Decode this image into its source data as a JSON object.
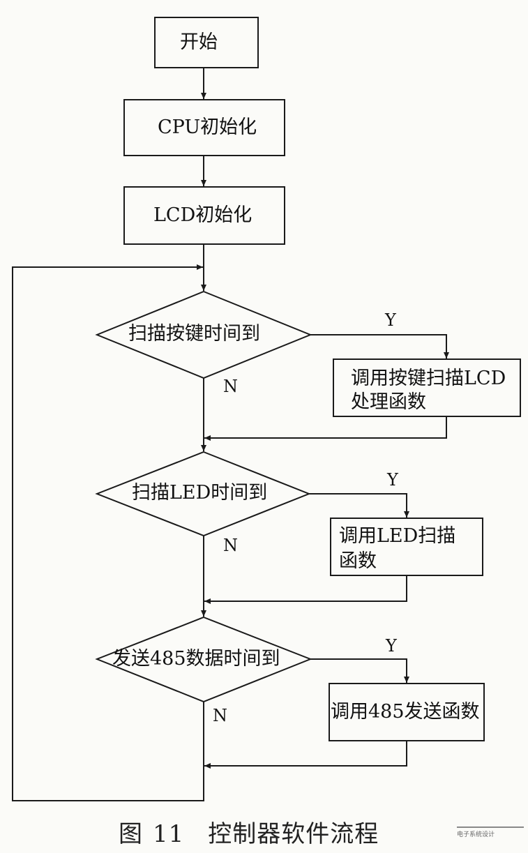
{
  "nodes": {
    "start": "开始",
    "cpu_init": "CPU初始化",
    "lcd_init": "LCD初始化",
    "decision_key": "扫描按键时间到",
    "process_key_line1": "调用按键扫描LCD",
    "process_key_line2": "处理函数",
    "decision_led": "扫描LED时间到",
    "process_led_line1": "调用LED扫描",
    "process_led_line2": "函数",
    "decision_485": "发送485数据时间到",
    "process_485": "调用485发送函数"
  },
  "branch_labels": {
    "yes": "Y",
    "no": "N"
  },
  "caption": {
    "prefix": "图",
    "number": "11",
    "title": "控制器软件流程"
  },
  "watermark": {
    "text": "电子系统设计"
  },
  "colors": {
    "line": "#1a1a1a",
    "background": "#fbfbf8"
  }
}
